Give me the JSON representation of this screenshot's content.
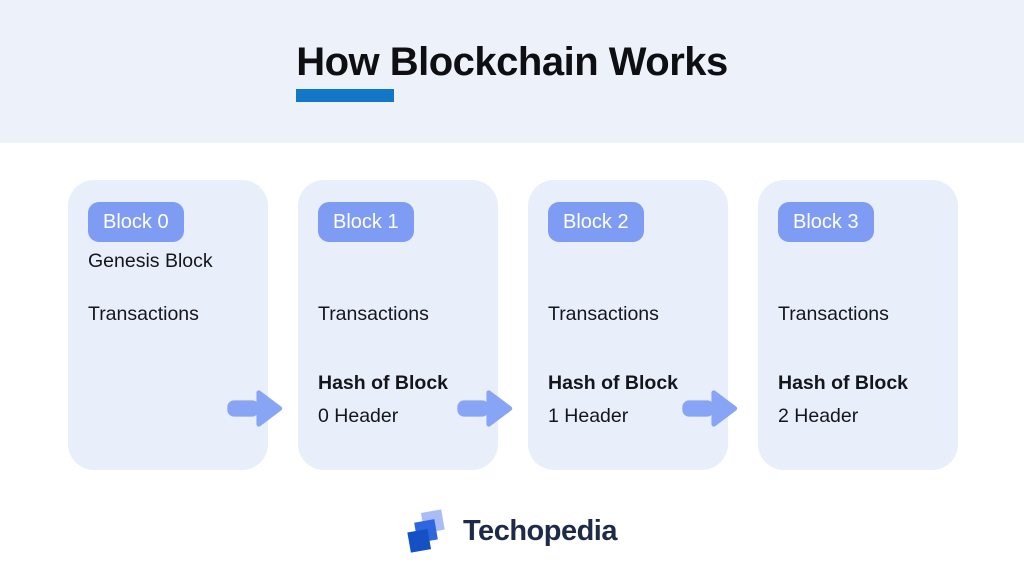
{
  "title": "How Blockchain Works",
  "blocks": [
    {
      "badge": "Block 0",
      "genesis": "Genesis Block",
      "transactions": "Transactions"
    },
    {
      "badge": "Block 1",
      "transactions": "Transactions",
      "hash_title": "Hash of Block",
      "hash_subtitle": "0 Header"
    },
    {
      "badge": "Block 2",
      "transactions": "Transactions",
      "hash_title": "Hash of Block",
      "hash_subtitle": "1 Header"
    },
    {
      "badge": "Block 3",
      "transactions": "Transactions",
      "hash_title": "Hash of Block",
      "hash_subtitle": "2 Header"
    }
  ],
  "footer": {
    "brand": "Techopedia"
  },
  "icons": {
    "arrow_right": "right-arrow",
    "logo": "techopedia-stacked-blocks"
  },
  "colors": {
    "header_band": "#edf1f9",
    "title_text": "#0d0f12",
    "title_underline": "#1177c6",
    "card_bg": "#e9eefb",
    "badge_bg": "#7e9cf3",
    "badge_text": "#ffffff",
    "body_text": "#14161a",
    "arrow": "#88a4f5",
    "brand_text": "#1d2b48",
    "logo_dark_blue": "#1551c4",
    "logo_mid_blue": "#3066dd",
    "logo_light_blue": "#a9bcf5"
  }
}
